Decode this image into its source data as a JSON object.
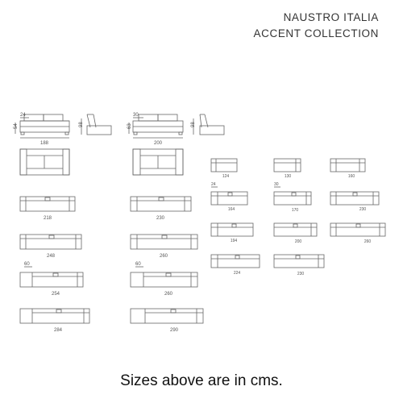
{
  "brand": {
    "line1": "NAUSTRO ITALIA",
    "line2": "ACCENT COLLECTION"
  },
  "footer": "Sizes above are in cms.",
  "colors": {
    "line": "#666666",
    "text": "#555555"
  },
  "groups": {
    "group1": {
      "width": "188",
      "depth": "98",
      "seat_height": "54",
      "arm": "24"
    },
    "group2": {
      "width": "200",
      "depth": "98",
      "seat_height": "63",
      "arm": "30"
    }
  },
  "sizes": {
    "left_column": [
      "218",
      "248",
      "254",
      "284"
    ],
    "left_chaise": "60",
    "middle_column": [
      "230",
      "260",
      "260",
      "290"
    ],
    "middle_chaise": "60",
    "small_row1": [
      "124",
      "130",
      "160"
    ],
    "small_row2": [
      "164",
      "170",
      "230"
    ],
    "small_row2_arms": [
      "24",
      "30"
    ],
    "small_row3": [
      "194",
      "200",
      "260"
    ],
    "small_row4": [
      "224",
      "230"
    ]
  }
}
